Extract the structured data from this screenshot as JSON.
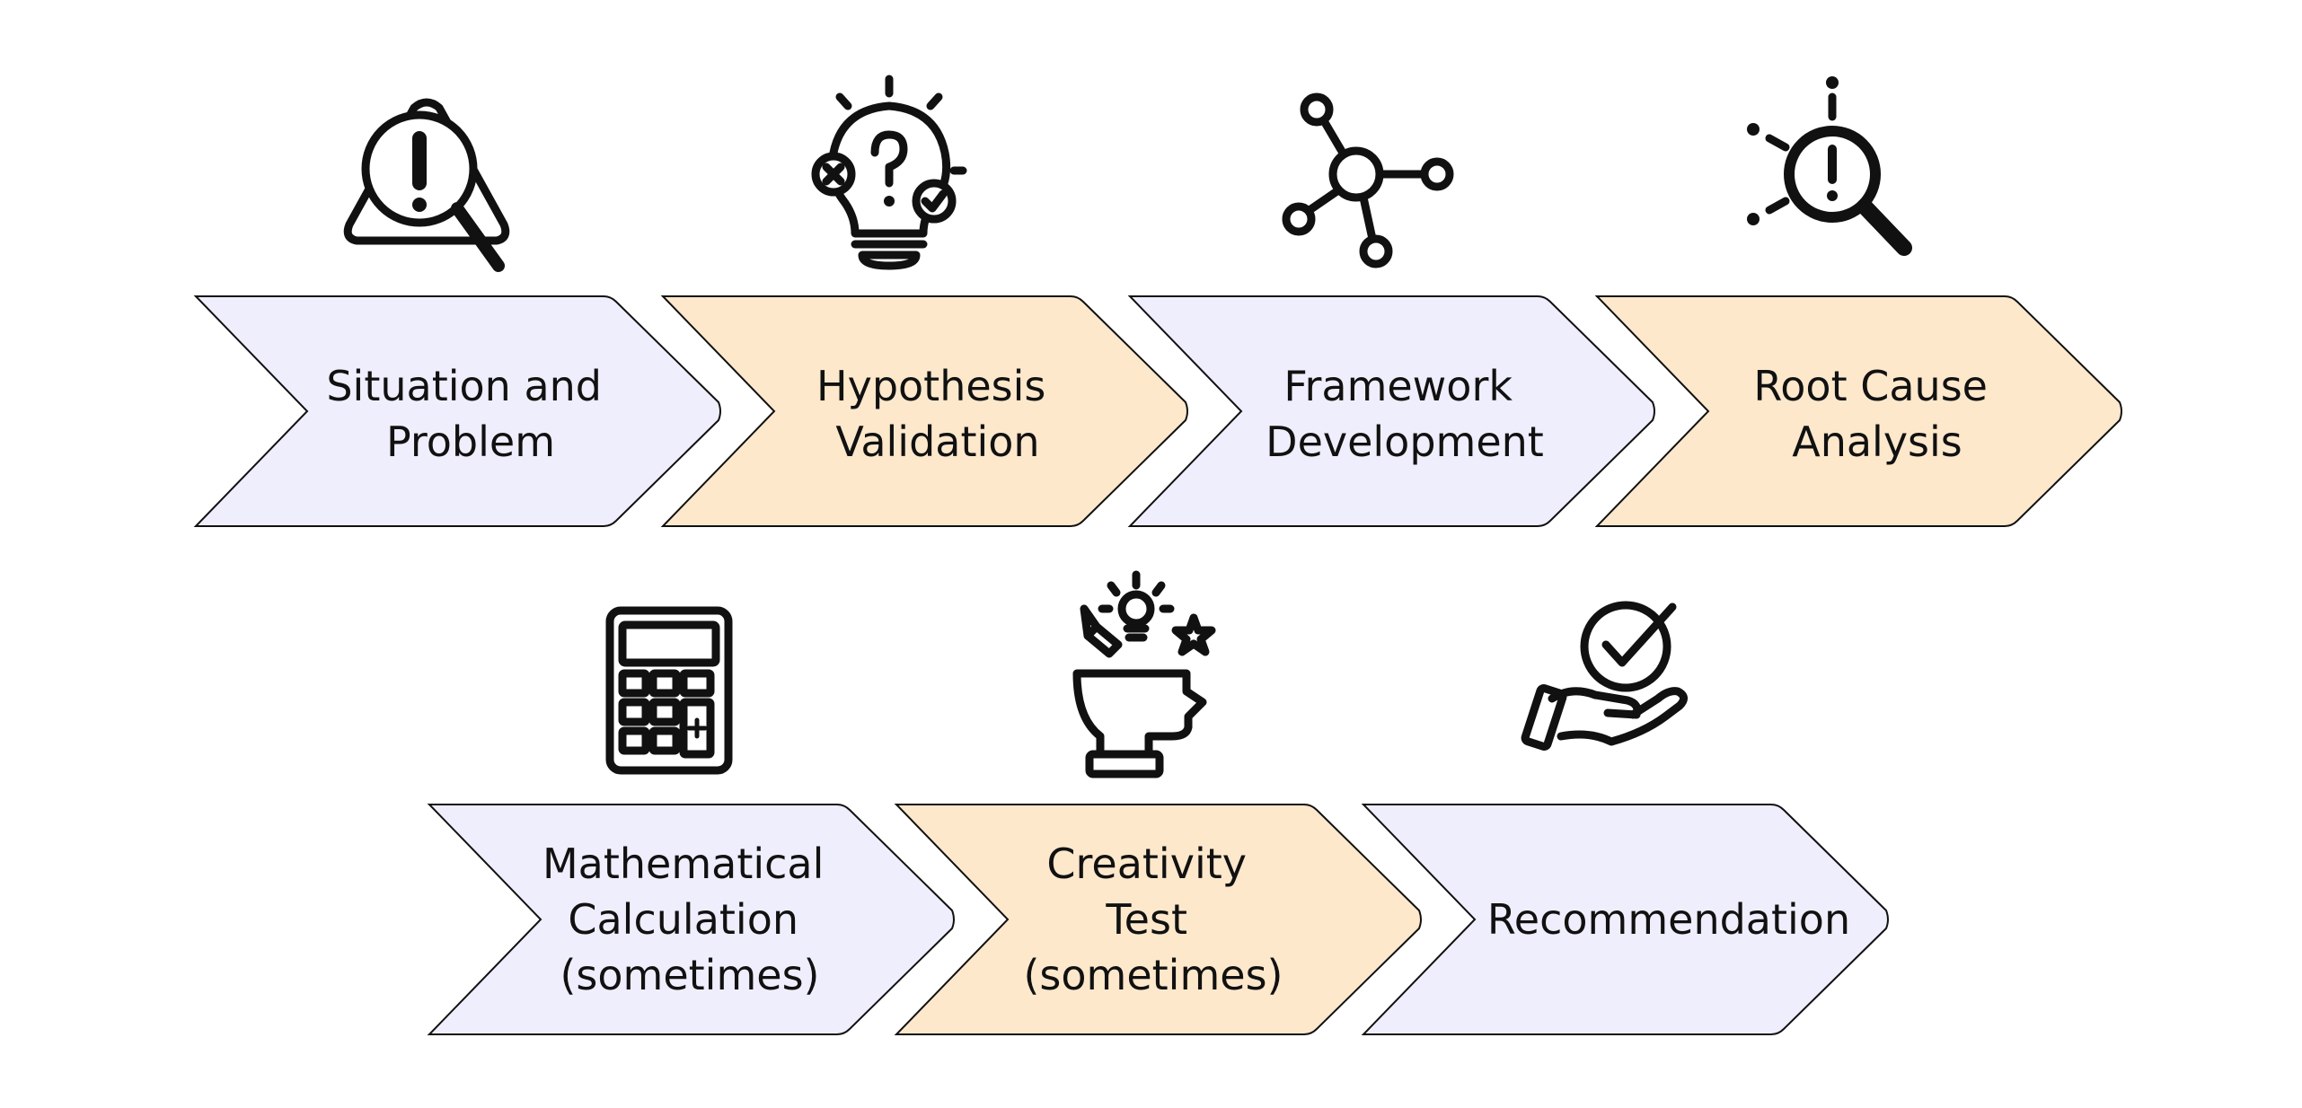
{
  "colors": {
    "lavender": "#EFEEFC",
    "peach": "#FDE8CC",
    "outline": "#111111",
    "text": "#111111"
  },
  "steps": [
    {
      "id": "situation",
      "lines": [
        "Situation and",
        "Problem"
      ],
      "color": "lavender",
      "icon": "warning-magnifier-icon"
    },
    {
      "id": "hypothesis",
      "lines": [
        "Hypothesis",
        "Validation"
      ],
      "color": "peach",
      "icon": "question-lightbulb-icon"
    },
    {
      "id": "framework",
      "lines": [
        "Framework",
        "Development"
      ],
      "color": "lavender",
      "icon": "network-nodes-icon"
    },
    {
      "id": "root-cause",
      "lines": [
        "Root Cause",
        "Analysis"
      ],
      "color": "peach",
      "icon": "magnifier-alert-icon"
    },
    {
      "id": "math",
      "lines": [
        "Mathematical",
        "Calculation",
        "(sometimes)"
      ],
      "color": "lavender",
      "icon": "calculator-icon"
    },
    {
      "id": "creativity",
      "lines": [
        "Creativity",
        "Test",
        "(sometimes)"
      ],
      "color": "peach",
      "icon": "creative-head-icon"
    },
    {
      "id": "recommendation",
      "lines": [
        "Recommendation"
      ],
      "color": "lavender",
      "icon": "hand-checkmark-icon"
    }
  ]
}
